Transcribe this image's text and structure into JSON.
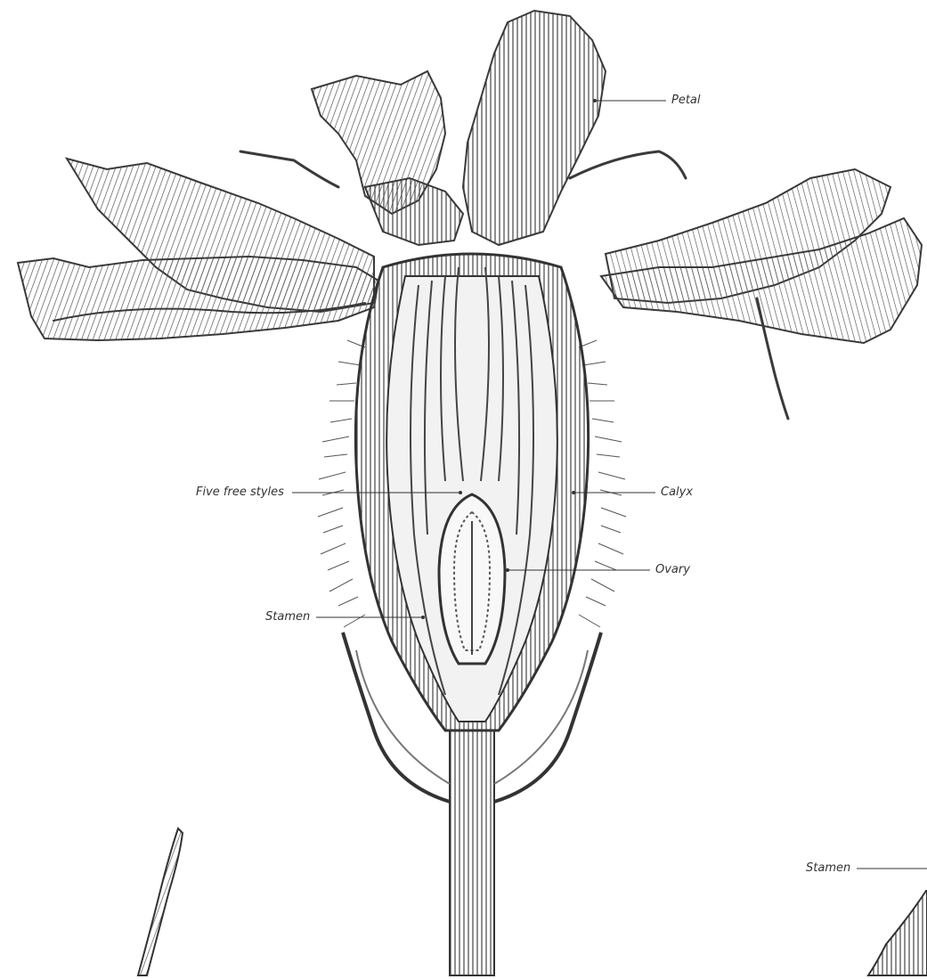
{
  "labels": {
    "petal": "Petal",
    "calyx": "Calyx",
    "ovary": "Ovary",
    "styles": "Five free styles",
    "stamen_left": "Stamen",
    "stamen_right": "Stamen"
  },
  "colors": {
    "ink": "#3a3a3a",
    "shade": "#8a8a8a",
    "light": "#d9d9d9",
    "paper": "#ffffff"
  }
}
